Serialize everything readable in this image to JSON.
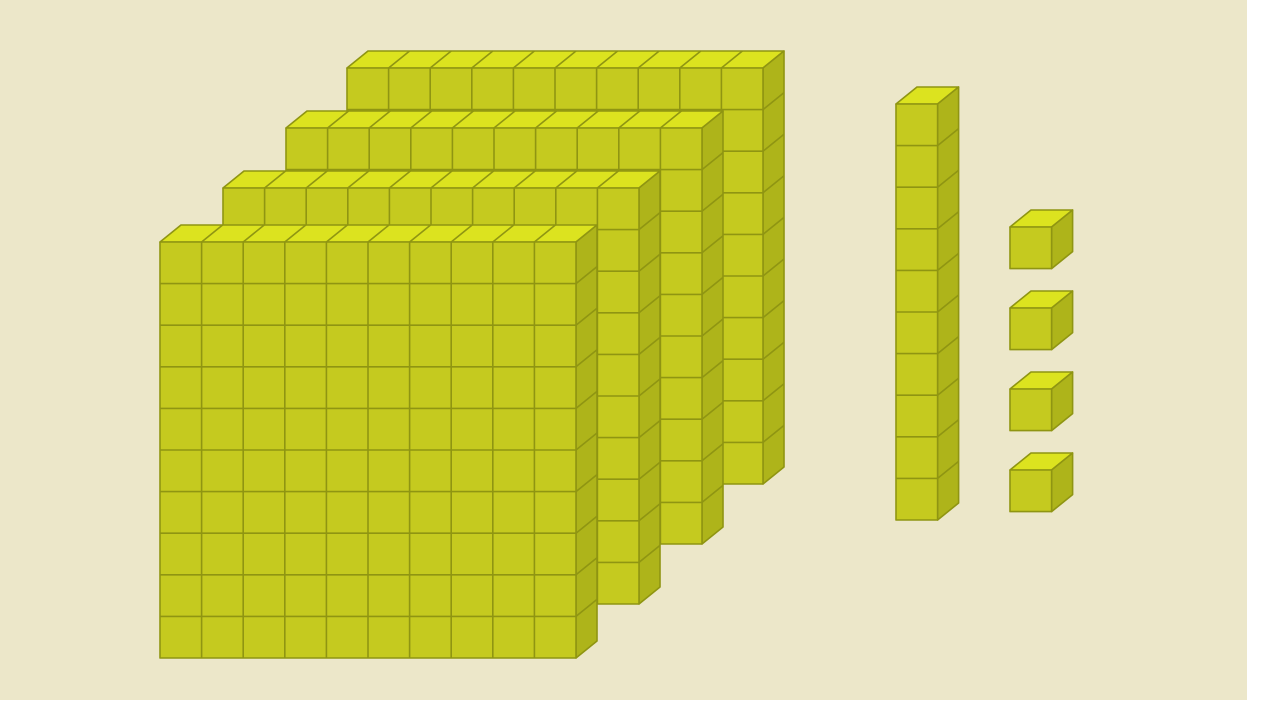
{
  "colors": {
    "background": "#ece7c9",
    "page": "#ffffff",
    "face_front": "#c5ca1f",
    "face_top": "#dce31f",
    "face_side": "#aeb41a",
    "stroke": "#8f9512"
  },
  "blocks": {
    "flats": 4,
    "rods": 1,
    "units": 4,
    "flat_grid": [
      10,
      10
    ],
    "rod_length": 10
  }
}
